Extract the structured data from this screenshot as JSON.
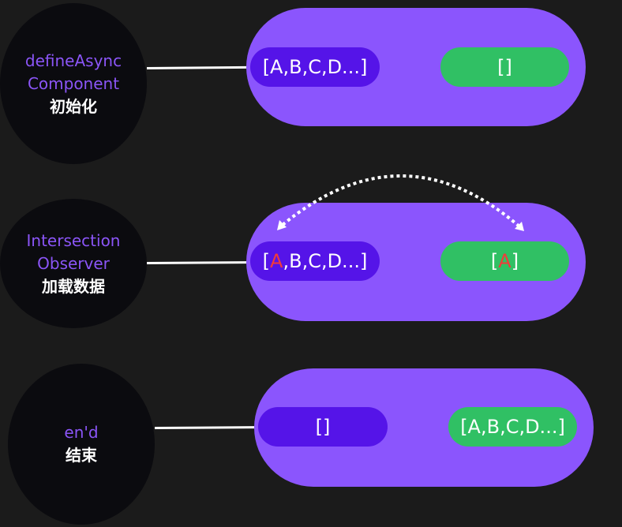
{
  "colors": {
    "background": "#1b1b1b",
    "circle": "#0b0b0f",
    "capsule": "#8b55fd",
    "source_pill": "#5514e8",
    "target_pill": "#30c064",
    "highlight": "#f23a3a",
    "label_en": "#8b55f7"
  },
  "stages": [
    {
      "label_en_line1": "defineAsync",
      "label_en_line2": "Component",
      "label_zh": "初始化",
      "source": {
        "text": "[A,B,C,D...]"
      },
      "target": {
        "text": "[]"
      }
    },
    {
      "label_en_line1": "Intersection",
      "label_en_line2": "Observer",
      "label_zh": "加载数据",
      "source": {
        "open": "[",
        "highlight": "A",
        "rest": ",B,C,D...]"
      },
      "target": {
        "open": "[",
        "highlight": "A",
        "close": "]"
      },
      "arrow": "dotted-bidirectional-arc"
    },
    {
      "label_en_line1": "en'd",
      "label_zh": "结束",
      "source": {
        "text": "[]"
      },
      "target": {
        "text": "[A,B,C,D...]"
      }
    }
  ]
}
